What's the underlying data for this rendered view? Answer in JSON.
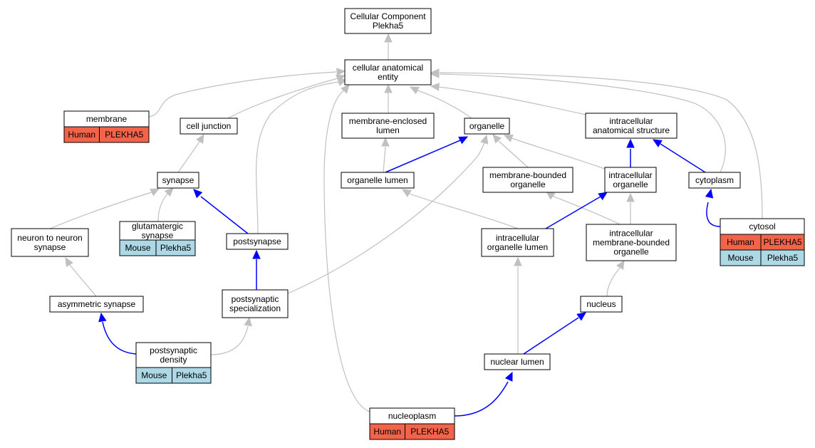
{
  "nodes": {
    "root": [
      "Cellular Component",
      "Plekha5"
    ],
    "cae": [
      "cellular anatomical",
      "entity"
    ],
    "membrane": [
      "membrane"
    ],
    "cell_junction": [
      "cell junction"
    ],
    "mel": [
      "membrane-enclosed",
      "lumen"
    ],
    "organelle": [
      "organelle"
    ],
    "ias": [
      "intracellular",
      "anatomical structure"
    ],
    "synapse": [
      "synapse"
    ],
    "organelle_lumen": [
      "organelle lumen"
    ],
    "mbo": [
      "membrane-bounded",
      "organelle"
    ],
    "io": [
      "intracellular",
      "organelle"
    ],
    "cytoplasm": [
      "cytoplasm"
    ],
    "ntn": [
      "neuron to neuron",
      "synapse"
    ],
    "glut": [
      "glutamatergic",
      "synapse"
    ],
    "postsynapse": [
      "postsynapse"
    ],
    "iol": [
      "intracellular",
      "organelle lumen"
    ],
    "imbo": [
      "intracellular",
      "membrane-bounded",
      "organelle"
    ],
    "cytosol": [
      "cytosol"
    ],
    "asym": [
      "asymmetric synapse"
    ],
    "pss": [
      "postsynaptic",
      "specialization"
    ],
    "nucleus": [
      "nucleus"
    ],
    "psd": [
      "postsynaptic",
      "density"
    ],
    "nuclear_lumen": [
      "nuclear lumen"
    ],
    "nucleoplasm": [
      "nucleoplasm"
    ]
  },
  "annotations": {
    "membrane": [
      [
        "Human",
        "PLEKHA5"
      ]
    ],
    "glut": [
      [
        "Mouse",
        "Plekha5"
      ]
    ],
    "cytosol": [
      [
        "Human",
        "PLEKHA5"
      ],
      [
        "Mouse",
        "Plekha5"
      ]
    ],
    "psd": [
      [
        "Mouse",
        "Plekha5"
      ]
    ],
    "nucleoplasm": [
      [
        "Human",
        "PLEKHA5"
      ]
    ]
  },
  "colors": {
    "human": "#f2644a",
    "mouse": "#add8e6",
    "edge_is_a": "#c0c0c0",
    "edge_part_of": "#0000ff"
  }
}
